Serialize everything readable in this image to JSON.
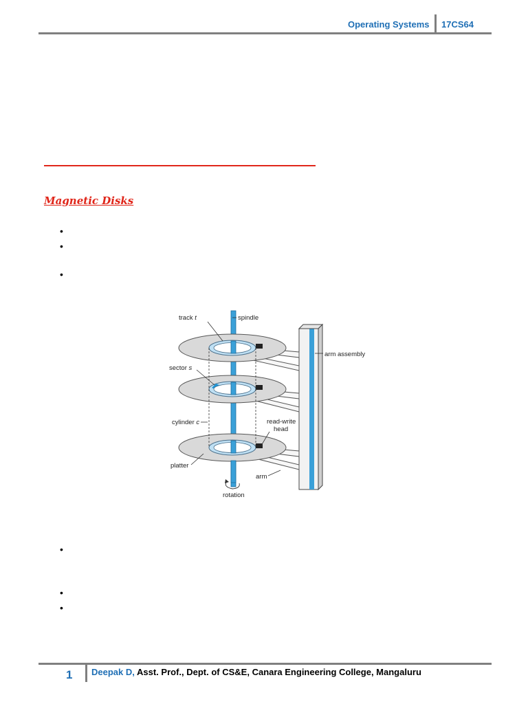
{
  "header": {
    "title": "Operating Systems",
    "code": "17CS64"
  },
  "section": {
    "heading": "Magnetic Disks"
  },
  "bullets": {
    "glyph": "•"
  },
  "diagram": {
    "labels": {
      "track": "track",
      "track_var": "t",
      "spindle": "spindle",
      "arm_assembly": "arm assembly",
      "sector": "sector",
      "sector_var": "s",
      "cylinder": "cylinder",
      "cylinder_var": "c",
      "read_write_1": "read-write",
      "read_write_2": "head",
      "platter": "platter",
      "arm": "arm",
      "rotation": "rotation"
    },
    "colors": {
      "spindle": "#3aa0d8",
      "track": "#bfe0f4",
      "sector": "#1f95d6",
      "platter": "#d9d9d9"
    }
  },
  "footer": {
    "page_number": "1",
    "author": "Deepak D,",
    "affiliation": " Asst. Prof., Dept. of CS&E, Canara Engineering College, Mangaluru"
  }
}
